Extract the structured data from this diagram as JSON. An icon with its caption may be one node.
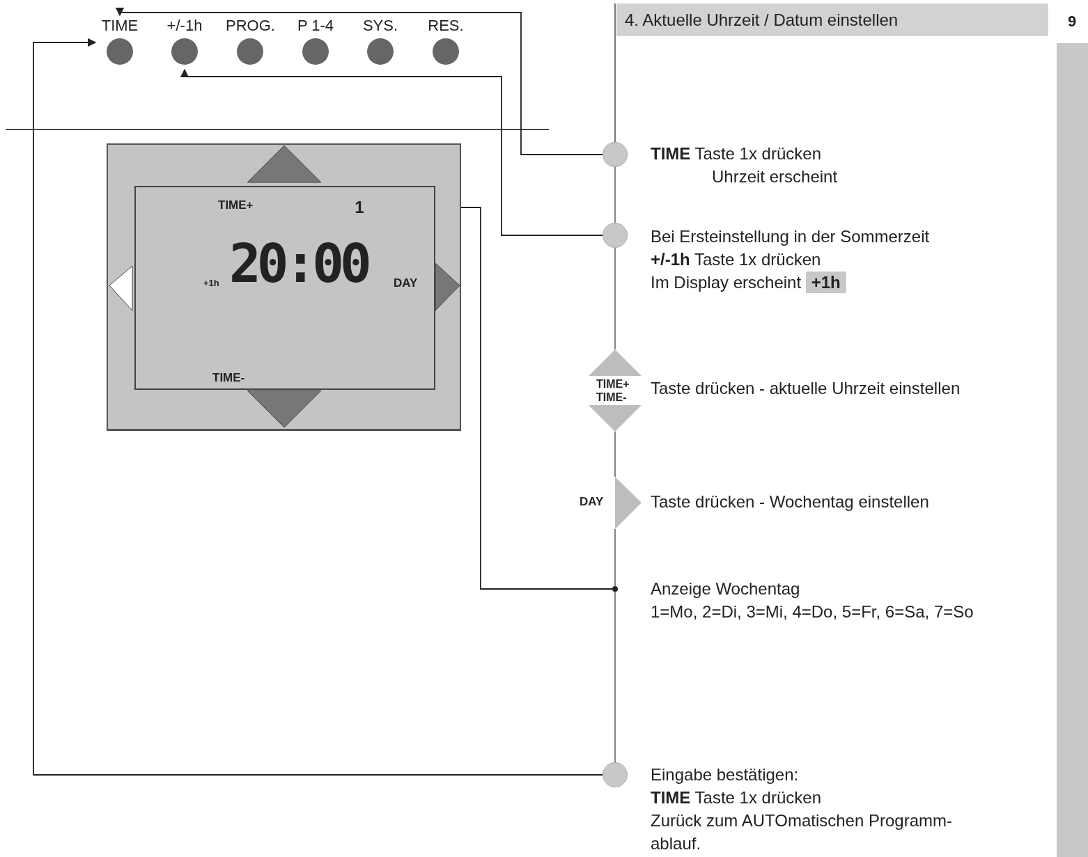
{
  "diagram": {
    "title": "4. Aktuelle Uhrzeit / Datum einstellen",
    "nodes": [
      {
        "text": [
          "TIME"
        ]
      },
      {
        "text": [
          "+/-1h"
        ]
      },
      {
        "text": [
          "PROG."
        ]
      },
      {
        "text": [
          "P 1-4"
        ]
      },
      {
        "text": [
          "SYS."
        ]
      },
      {
        "text": [
          "RES."
        ]
      },
      {
        "text": [],
        "shape": "box"
      },
      {
        "text": [
          "TIME+",
          "+1h",
          "20:00",
          "DAY",
          "TIME-"
        ],
        "in": 6
      },
      {
        "text": [
          "1"
        ],
        "in": 7
      },
      {
        "text": [],
        "shape": "circle",
        "beside": [
          "**TIME** Taste 1x drücken",
          "Uhrzeit erscheint"
        ]
      },
      {
        "text": [],
        "shape": "circle",
        "beside": [
          "Bei Ersteinstellung in der Sommerzeit",
          "**+/-1h** Taste 1x drücken",
          "Im Display erscheint **+1h**"
        ]
      },
      {
        "text": [
          "TIME+",
          "TIME-"
        ],
        "beside": [
          "Taste drücken - aktuelle Uhrzeit einstellen"
        ]
      },
      {
        "text": [
          "DAY"
        ],
        "beside": [
          "Taste drücken - Wochentag einstellen"
        ]
      },
      {
        "text": [],
        "shape": "circle",
        "beside": [
          "Anzeige Wochentag",
          "1=Mo, 2=Di, 3=Mi, 4=Do, 5=Fr, 6=Sa, 7=So"
        ]
      },
      {
        "text": [],
        "shape": "circle",
        "beside": [
          "Eingabe bestätigen:",
          "**TIME** Taste 1x drücken",
          "Zurück zum AUTOmatischen Programm- ablauf."
        ]
      },
      {
        "text": [],
        "shape": "bar"
      }
    ],
    "edges": [
      {
        "from": 9,
        "to": 0,
        "arrow": "to",
        "color": "#222222"
      },
      {
        "from": 10,
        "to": 1,
        "arrow": "to",
        "color": "#222222"
      },
      {
        "from": 13,
        "to": 8,
        "arrow": "to",
        "color": "#222222"
      },
      {
        "from": 14,
        "to": 0,
        "arrow": "to",
        "color": "#222222"
      },
      {
        "from": 9,
        "to": 10,
        "arrow": "none"
      },
      {
        "from": 10,
        "to": 11,
        "arrow": "none"
      },
      {
        "from": 11,
        "to": 12,
        "arrow": "none"
      },
      {
        "from": 12,
        "to": 13,
        "arrow": "none"
      },
      {
        "from": 13,
        "to": 14,
        "arrow": "none"
      }
    ],
    "labels": [
      "9"
    ]
  }
}
